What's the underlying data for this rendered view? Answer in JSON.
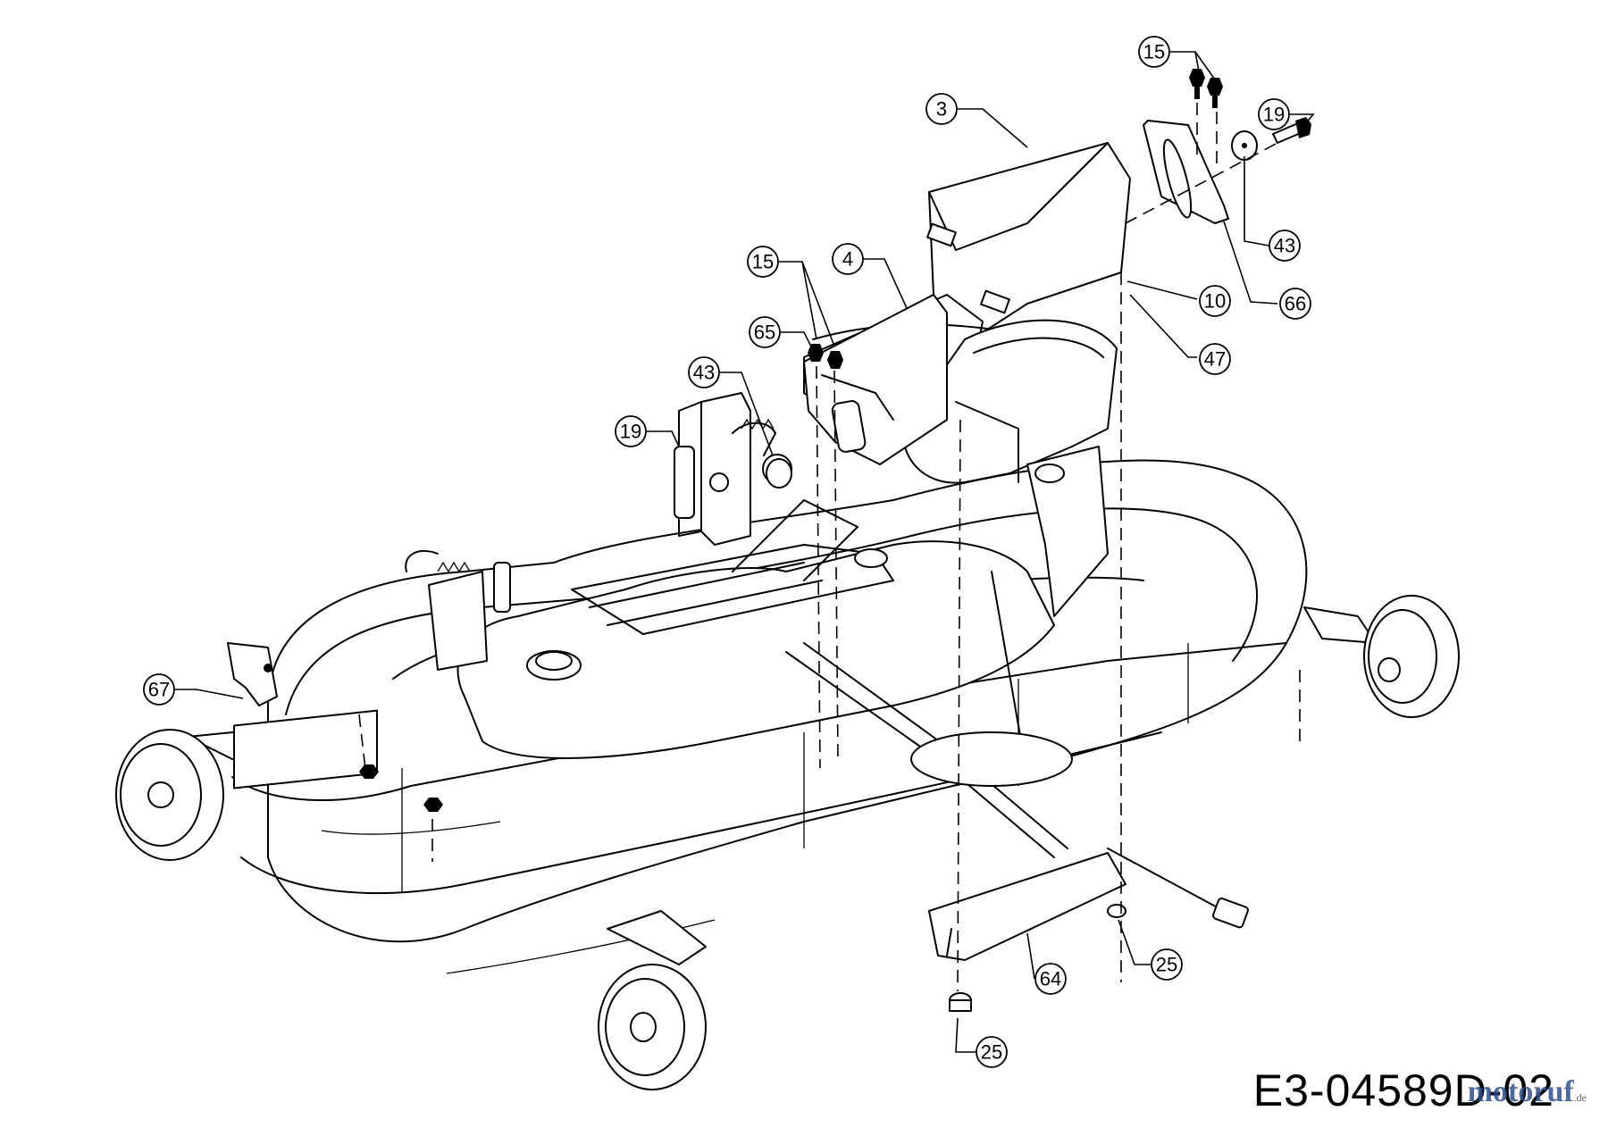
{
  "callouts": [
    {
      "label": "15"
    },
    {
      "label": "3"
    },
    {
      "label": "19"
    },
    {
      "label": "43"
    },
    {
      "label": "66"
    },
    {
      "label": "10"
    },
    {
      "label": "47"
    },
    {
      "label": "15"
    },
    {
      "label": "4"
    },
    {
      "label": "65"
    },
    {
      "label": "43"
    },
    {
      "label": "19"
    },
    {
      "label": "67"
    },
    {
      "label": "64"
    },
    {
      "label": "25"
    },
    {
      "label": "25"
    }
  ],
  "drawing_code": "E3-04589D-02",
  "watermark": {
    "name": "motoruf",
    "suffix": ".de"
  }
}
